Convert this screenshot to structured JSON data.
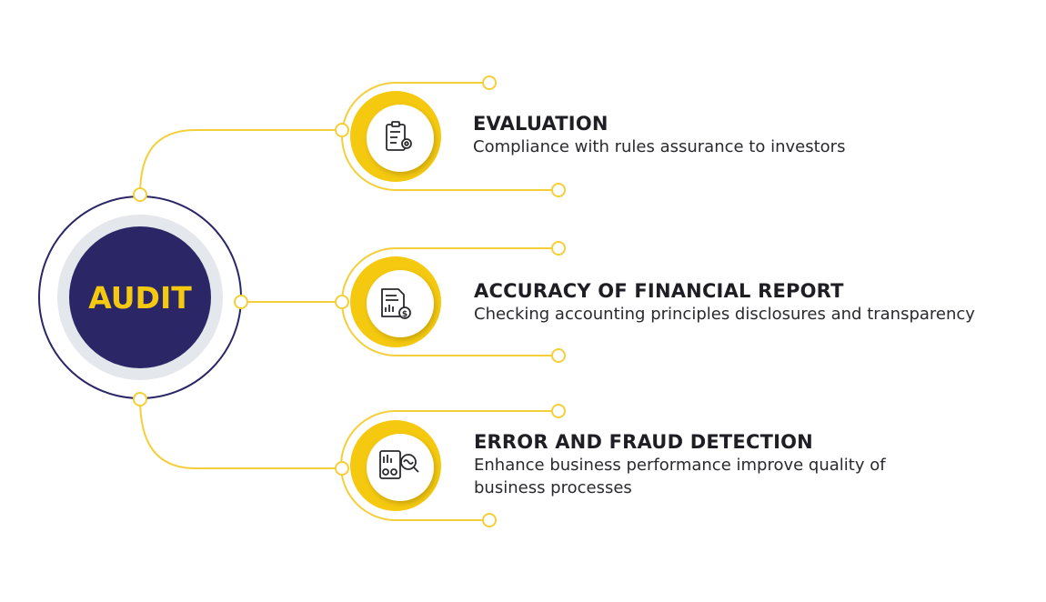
{
  "center": {
    "label": "AUDIT"
  },
  "items": [
    {
      "title": "EVALUATION",
      "description": "Compliance with rules assurance to investors",
      "icon": "clipboard-gear-icon"
    },
    {
      "title": "ACCURACY OF FINANCIAL REPORT",
      "description": "Checking accounting principles disclosures and transparency",
      "icon": "financial-report-dollar-icon"
    },
    {
      "title": "ERROR AND FRAUD DETECTION",
      "description": "Enhance business performance improve quality of business processes",
      "icon": "report-search-analysis-icon"
    }
  ],
  "colors": {
    "navy": "#2b2766",
    "yellow": "#f5c90f",
    "line_yellow": "#f3cf3a",
    "ring_grey": "#e4e7ec",
    "text": "#1e1e24"
  }
}
